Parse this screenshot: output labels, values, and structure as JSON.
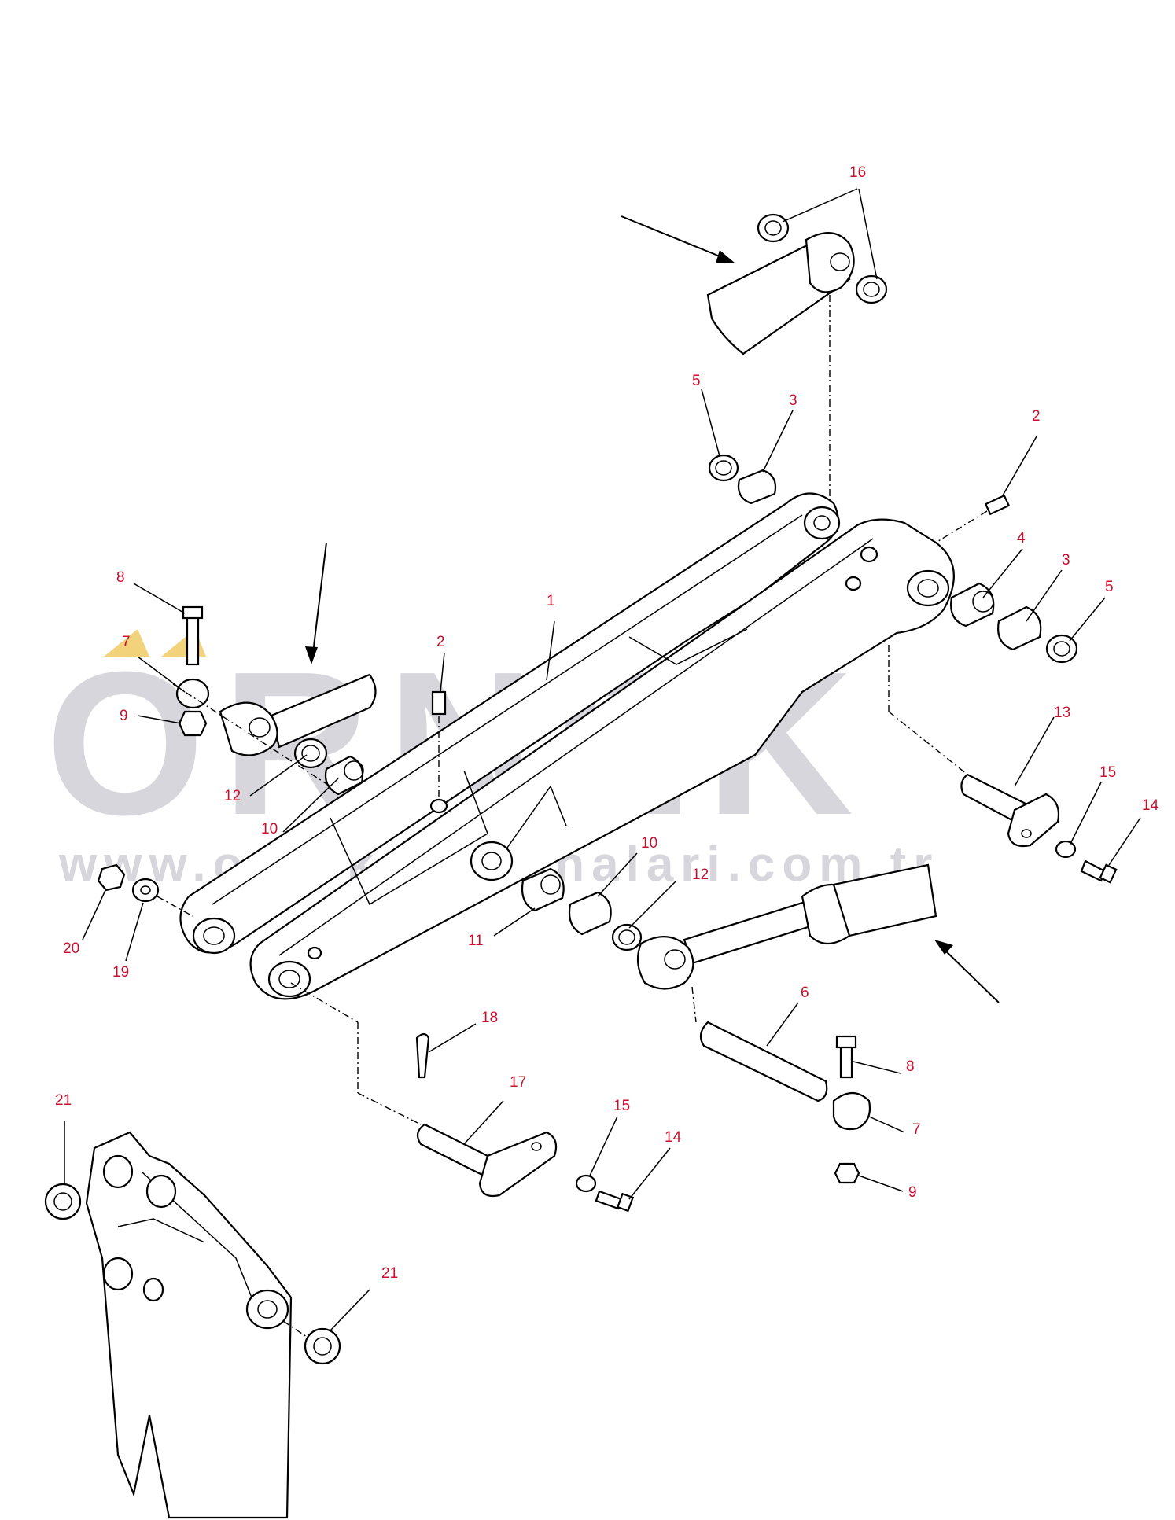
{
  "watermark": {
    "brand": "ORNEK",
    "url": "www.orneksmakinalari.com.tr",
    "accent_color": "#f2d27a",
    "text_color": "#d6d6dc"
  },
  "label_color": "#c8102e",
  "parts": [
    {
      "id": "p1",
      "number": "1"
    },
    {
      "id": "p2a",
      "number": "2"
    },
    {
      "id": "p2b",
      "number": "2"
    },
    {
      "id": "p3a",
      "number": "3"
    },
    {
      "id": "p3b",
      "number": "3"
    },
    {
      "id": "p4",
      "number": "4"
    },
    {
      "id": "p5a",
      "number": "5"
    },
    {
      "id": "p5b",
      "number": "5"
    },
    {
      "id": "p6",
      "number": "6"
    },
    {
      "id": "p7a",
      "number": "7"
    },
    {
      "id": "p7b",
      "number": "7"
    },
    {
      "id": "p8a",
      "number": "8"
    },
    {
      "id": "p8b",
      "number": "8"
    },
    {
      "id": "p9a",
      "number": "9"
    },
    {
      "id": "p9b",
      "number": "9"
    },
    {
      "id": "p10a",
      "number": "10"
    },
    {
      "id": "p10b",
      "number": "10"
    },
    {
      "id": "p11",
      "number": "11"
    },
    {
      "id": "p12a",
      "number": "12"
    },
    {
      "id": "p12b",
      "number": "12"
    },
    {
      "id": "p13",
      "number": "13"
    },
    {
      "id": "p14a",
      "number": "14"
    },
    {
      "id": "p14b",
      "number": "14"
    },
    {
      "id": "p15a",
      "number": "15"
    },
    {
      "id": "p15b",
      "number": "15"
    },
    {
      "id": "p16",
      "number": "16"
    },
    {
      "id": "p17",
      "number": "17"
    },
    {
      "id": "p18",
      "number": "18"
    },
    {
      "id": "p19",
      "number": "19"
    },
    {
      "id": "p20",
      "number": "20"
    },
    {
      "id": "p21a",
      "number": "21"
    },
    {
      "id": "p21b",
      "number": "21"
    }
  ]
}
